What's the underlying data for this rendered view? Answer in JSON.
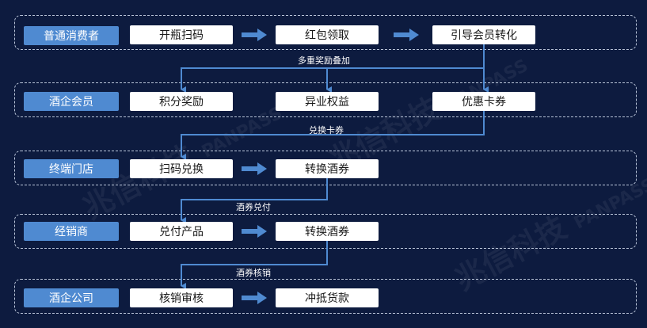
{
  "rows": [
    {
      "role": "普通消费者",
      "steps": [
        "开瓶扫码",
        "红包领取",
        "引导会员转化"
      ]
    },
    {
      "role": "酒企会员",
      "steps": [
        "积分奖励",
        "异业权益",
        "优惠卡券"
      ]
    },
    {
      "role": "终端门店",
      "steps": [
        "扫码兑换",
        "转换酒券"
      ]
    },
    {
      "role": "经销商",
      "steps": [
        "兑付产品",
        "转换酒券"
      ]
    },
    {
      "role": "酒企公司",
      "steps": [
        "核销审核",
        "冲抵货款"
      ]
    }
  ],
  "connectors": [
    "多重奖励叠加",
    "兑换卡券",
    "酒券兑付",
    "酒券核销"
  ],
  "watermark": {
    "brand": "兆信科技",
    "latin": "PANPASS"
  },
  "colors": {
    "background": "#0d1b3f",
    "role_box": "#4f8ad1",
    "arrow": "#4f8ad1",
    "frame": "#b9c4d8"
  }
}
